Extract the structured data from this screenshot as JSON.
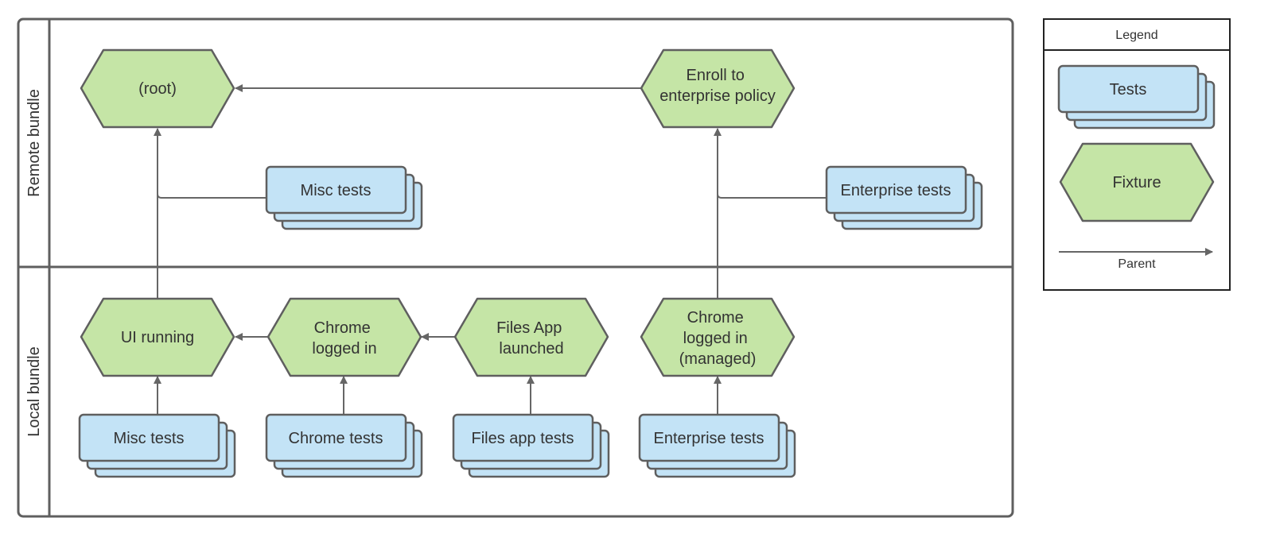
{
  "colors": {
    "fixture_fill": "#c5e5a6",
    "tests_fill": "#c3e3f6",
    "stroke": "#5f5f5f",
    "line": "#666666",
    "text": "#333333"
  },
  "lanes": {
    "remote": "Remote bundle",
    "local": "Local bundle"
  },
  "fixtures": {
    "root": [
      "(root)"
    ],
    "enroll": [
      "Enroll to",
      "enterprise policy"
    ],
    "ui_running": [
      "UI running"
    ],
    "chrome_logged_in": [
      "Chrome",
      "logged in"
    ],
    "files_app_launched": [
      "Files App",
      "launched"
    ],
    "chrome_managed": [
      "Chrome",
      "logged in",
      "(managed)"
    ]
  },
  "tests": {
    "remote_misc": "Misc tests",
    "remote_enterprise": "Enterprise tests",
    "local_misc": "Misc tests",
    "local_chrome": "Chrome tests",
    "local_files": "Files app tests",
    "local_enterprise": "Enterprise tests"
  },
  "legend": {
    "title": "Legend",
    "tests": "Tests",
    "fixture": "Fixture",
    "parent": "Parent"
  }
}
